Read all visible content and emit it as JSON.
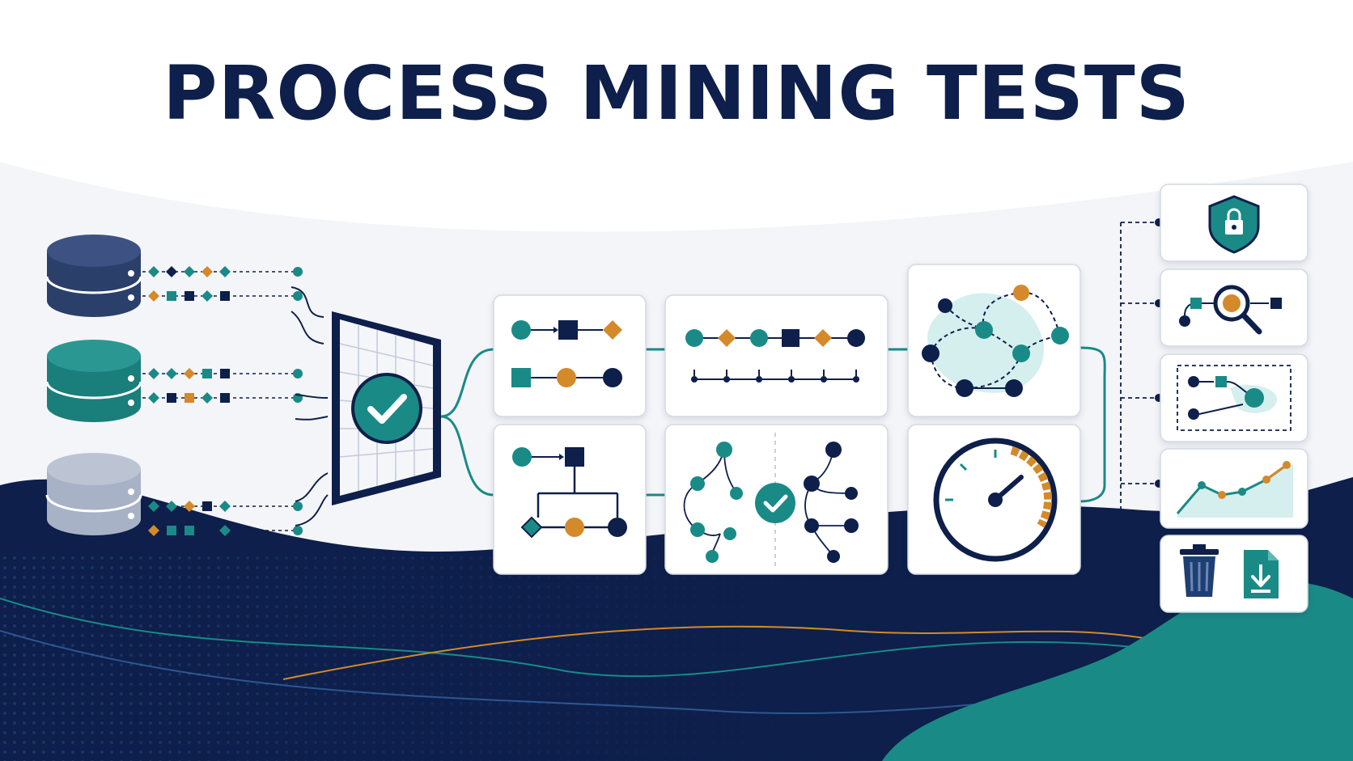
{
  "title": "PROCESS MINING TESTS",
  "colors": {
    "navy": "#0d1f4a",
    "teal": "#1a8a87",
    "orange": "#d4892a",
    "slate": "#9aa6bd",
    "card_border": "#d4d9e2",
    "light_teal": "#d5eeee"
  },
  "nodes": {
    "sources": [
      {
        "name": "database-navy",
        "icon": "database-icon",
        "color": "#2b3f6b"
      },
      {
        "name": "database-teal",
        "icon": "database-icon",
        "color": "#1a7e7b"
      },
      {
        "name": "database-gray",
        "icon": "database-icon",
        "color": "#a8b2c6"
      }
    ],
    "validator": {
      "name": "validation-filter",
      "icon": "check-icon"
    },
    "test_cards": [
      {
        "name": "sequence-flow-card",
        "icon": "sequence-flow-icon"
      },
      {
        "name": "event-timeline-card",
        "icon": "timeline-icon"
      },
      {
        "name": "process-graph-card",
        "icon": "process-graph-icon"
      },
      {
        "name": "branching-flow-card",
        "icon": "branching-flow-icon"
      },
      {
        "name": "tree-comparison-card",
        "icon": "tree-compare-icon"
      },
      {
        "name": "performance-gauge-card",
        "icon": "gauge-icon"
      }
    ],
    "output_cards": [
      {
        "name": "security-card",
        "icon": "shield-lock-icon"
      },
      {
        "name": "inspection-card",
        "icon": "magnifier-icon"
      },
      {
        "name": "selection-card",
        "icon": "selection-icon"
      },
      {
        "name": "trend-card",
        "icon": "line-chart-icon"
      },
      {
        "name": "cleanup-export-card",
        "icon": "trash-download-icon"
      }
    ]
  }
}
